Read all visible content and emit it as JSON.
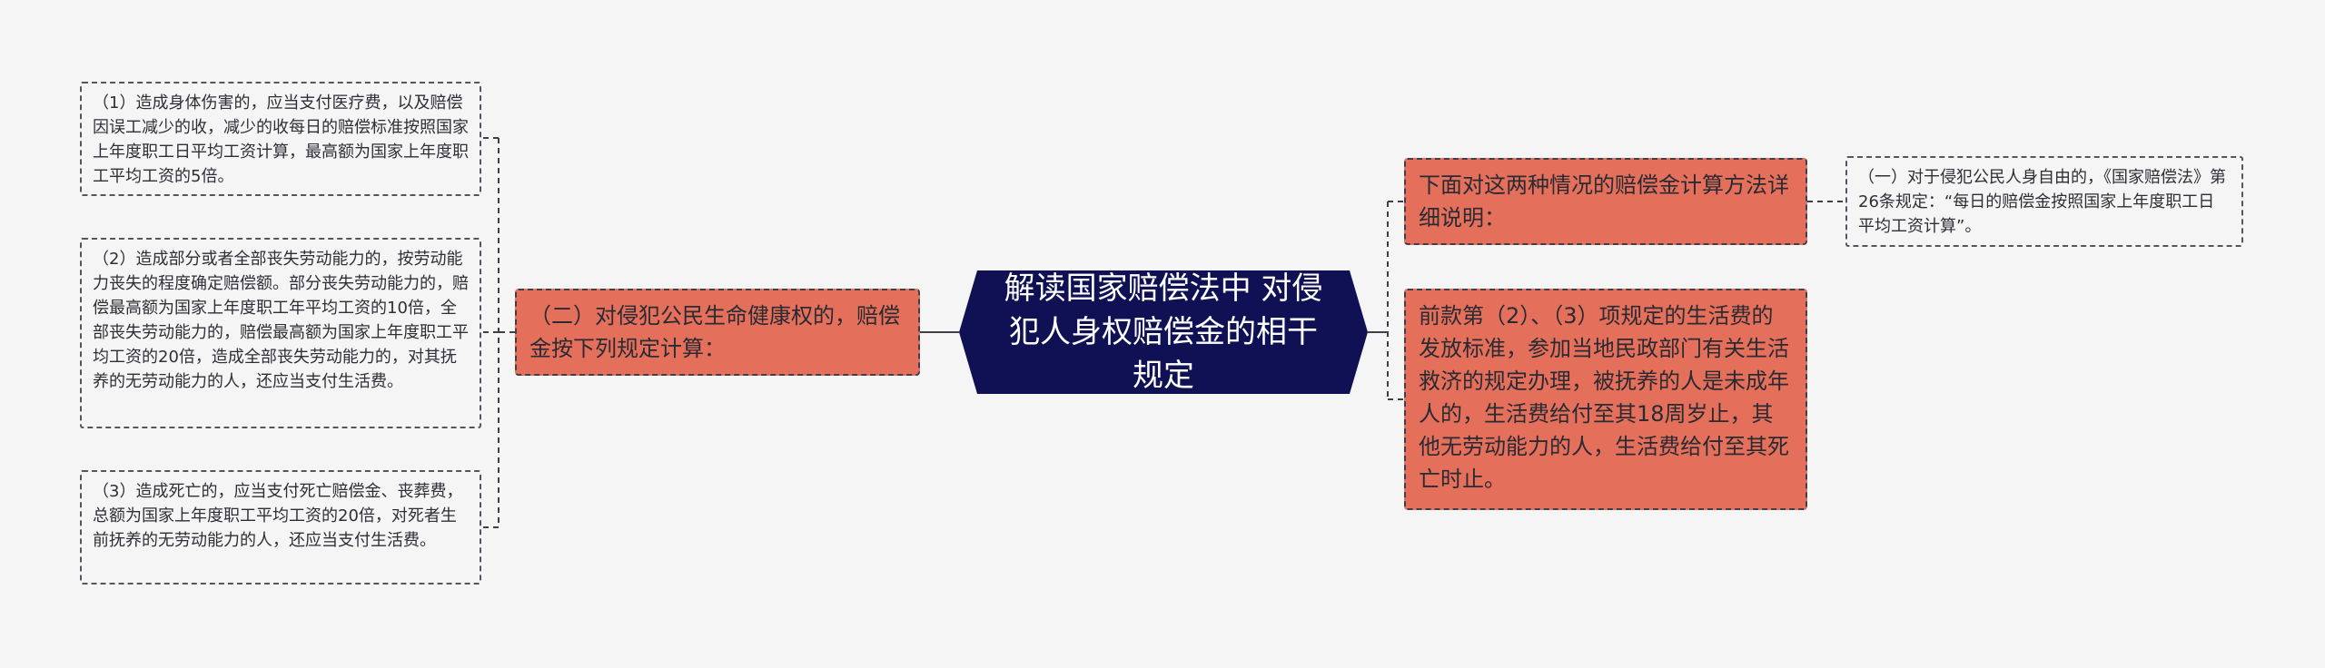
{
  "root": {
    "label": "解读国家赔偿法中 对侵犯人身权赔偿金的相干规定"
  },
  "left": {
    "branch": {
      "label": "（二）对侵犯公民生命健康权的，赔偿金按下列规定计算："
    },
    "leaves": [
      {
        "label": "（1）造成身体伤害的，应当支付医疗费，以及赔偿因误工减少的收，减少的收每日的赔偿标准按照国家上年度职工日平均工资计算，最高额为国家上年度职工平均工资的5倍。"
      },
      {
        "label": "（2）造成部分或者全部丧失劳动能力的，按劳动能力丧失的程度确定赔偿额。部分丧失劳动能力的，赔偿最高额为国家上年度职工年平均工资的10倍，全部丧失劳动能力的，赔偿最高额为国家上年度职工平均工资的20倍，造成全部丧失劳动能力的，对其抚养的无劳动能力的人，还应当支付生活费。"
      },
      {
        "label": "（3）造成死亡的，应当支付死亡赔偿金、丧葬费，总额为国家上年度职工平均工资的20倍，对死者生前抚养的无劳动能力的人，还应当支付生活费。"
      }
    ]
  },
  "right": {
    "branch_top": {
      "label": "下面对这两种情况的赔偿金计算方法详细说明："
    },
    "branch_bottom": {
      "label": "前款第（2）、（3）项规定的生活费的发放标准，参加当地民政部门有关生活救济的规定办理，被抚养的人是未成年人的，生活费给付至其18周岁止，其他无劳动能力的人，生活费给付至其死亡时止。"
    },
    "leaf": {
      "label": "（一）对于侵犯公民人身自由的，《国家赔偿法》第26条规定：“每日的赔偿金按照国家上年度职工日平均工资计算”。"
    }
  },
  "colors": {
    "root_fill": "#0f1154",
    "branch_fill": "#e4705b",
    "leaf_fill": "#f5f5f6",
    "line": "#3f3f4a",
    "background": "#f5f5f6"
  }
}
